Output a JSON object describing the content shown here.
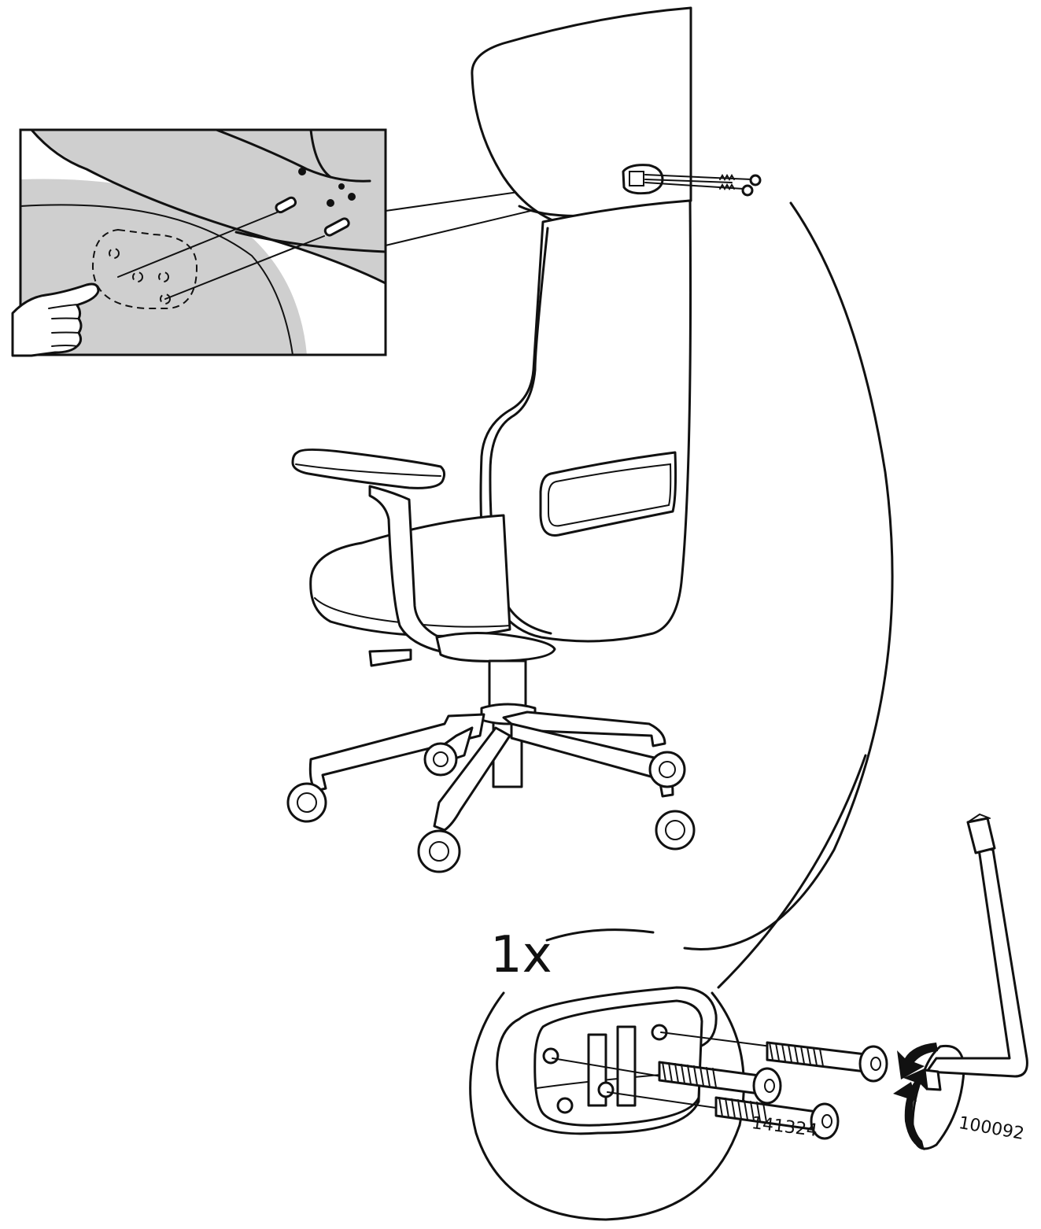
{
  "quantity_label": "1x",
  "parts": {
    "screw_part_number": "141324",
    "allen_key_part_number": "100092"
  },
  "colors": {
    "line": "#111111",
    "fill_gray": "#cfcfcf",
    "background": "#ffffff"
  },
  "icons": [
    "pointing-hand-icon",
    "rotation-arrow-icon",
    "allen-key-icon",
    "screw-icon"
  ]
}
